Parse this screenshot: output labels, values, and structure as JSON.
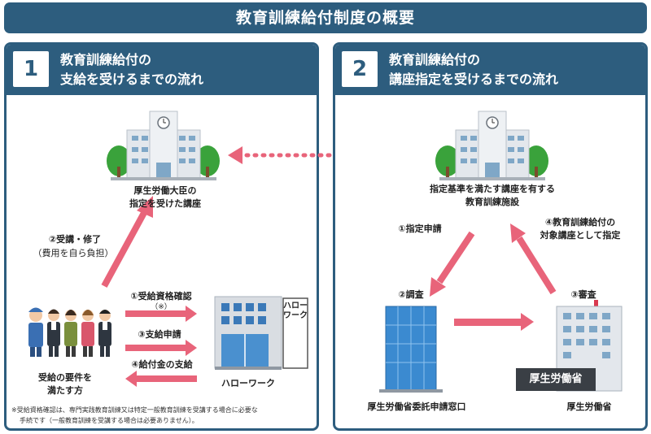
{
  "page_title": "教育訓練給付制度の概要",
  "panel1": {
    "number": "1",
    "title_line1": "教育訓練給付の",
    "title_line2": "支給を受けるまでの流れ",
    "course_label_line1": "厚生労働大臣の",
    "course_label_line2": "指定を受けた講座",
    "step2_label": "②受講・修了",
    "step2_sub": "（費用を自ら負担）",
    "step1_label": "①受給資格確認",
    "step1_note": "（※）",
    "step3_label": "③支給申請",
    "step4_label": "④給付金の支給",
    "people_label_line1": "受給の要件を",
    "people_label_line2": "満たす方",
    "hellowork_sign": "ハローワーク",
    "hellowork_label": "ハローワーク",
    "footnote_line1": "※受給資格確認は、専門実践教育訓練又は特定一般教育訓練を受講する場合に必要な",
    "footnote_line2": "手続です（一般教育訓練を受講する場合は必要ありません）。"
  },
  "panel2": {
    "number": "2",
    "title_line1": "教育訓練給付の",
    "title_line2": "講座指定を受けるまでの流れ",
    "facility_label_line1": "指定基準を満たす講座を有する",
    "facility_label_line2": "教育訓練施設",
    "step1_label": "①指定申請",
    "step4_label_line1": "④教育訓練給付の",
    "step4_label_line2": "対象講座として指定",
    "step2_label": "②調査",
    "step3_label": "③審査",
    "mhlw_sign": "厚生労働省",
    "window_label": "厚生労働省委託申請窓口",
    "mhlw_label": "厚生労働省"
  },
  "colors": {
    "header_navy": "#2d5d7e",
    "arrow_pink": "#e8647a",
    "tree_green": "#3aa23b",
    "building_gray": "#d9dde2",
    "glass_blue": "#3b8ad0"
  }
}
